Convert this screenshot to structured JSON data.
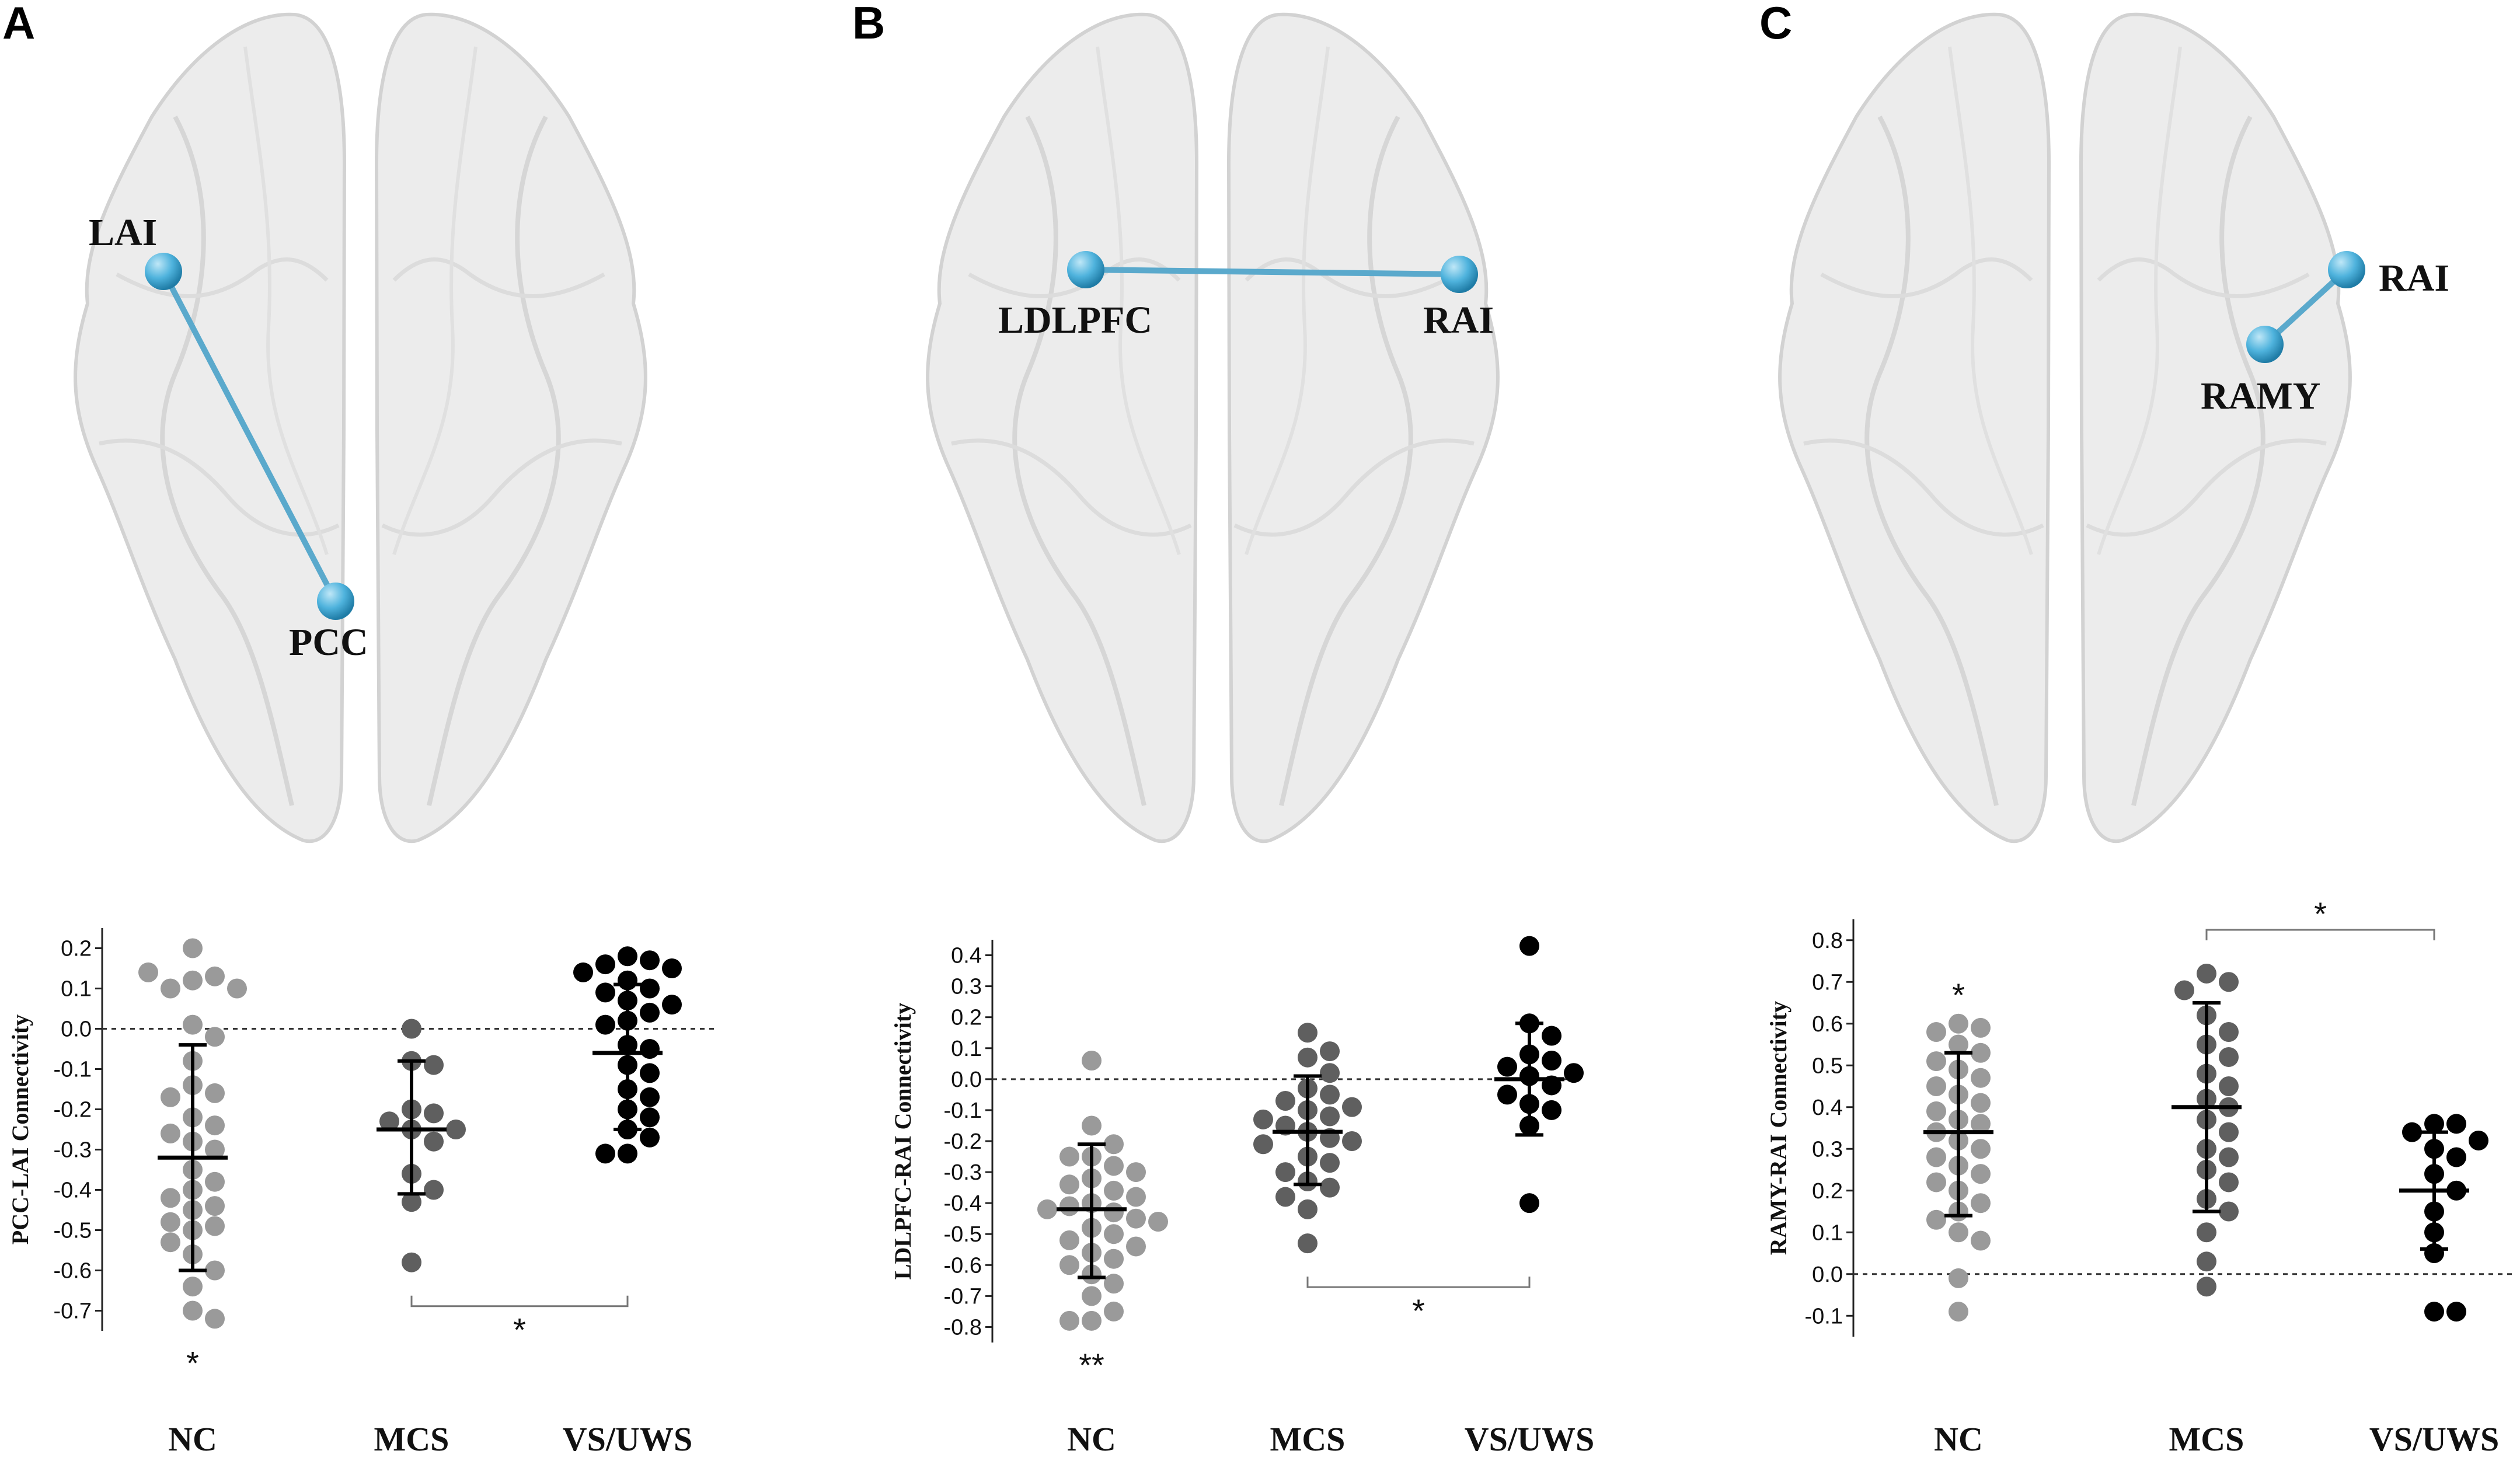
{
  "panels": [
    {
      "label": "A",
      "rois": [
        {
          "name": "LAI"
        },
        {
          "name": "PCC"
        }
      ]
    },
    {
      "label": "B",
      "rois": [
        {
          "name": "LDLPFC"
        },
        {
          "name": "RAI"
        }
      ]
    },
    {
      "label": "C",
      "rois": [
        {
          "name": "RAI"
        },
        {
          "name": "RAMY"
        }
      ]
    }
  ],
  "colors": {
    "NC": "#9a9a9a",
    "MCS": "#5f5f5f",
    "VS/UWS": "#000000",
    "node": "#4fb3dd",
    "edge": "#5aa9cc"
  },
  "chart_data": [
    {
      "type": "scatter",
      "panel": "A",
      "ylabel": "PCC-LAI Connectivity",
      "categories": [
        "NC",
        "MCS",
        "VS/UWS"
      ],
      "ylim": [
        -0.75,
        0.25
      ],
      "yticks": [
        0.2,
        0.1,
        0.0,
        -0.1,
        -0.2,
        -0.3,
        -0.4,
        -0.5,
        -0.6,
        -0.7
      ],
      "ytick_labels": [
        "0.2",
        "0.1",
        "0.0",
        "-0.1",
        "-0.2",
        "-0.3",
        "-0.4",
        "-0.5",
        "-0.6",
        "-0.7"
      ],
      "reference_line": 0,
      "series": [
        {
          "category": "NC",
          "mean": -0.32,
          "sd_low": -0.6,
          "sd_high": -0.04,
          "points": [
            0.2,
            0.12,
            0.13,
            0.1,
            0.1,
            0.14,
            0.01,
            -0.02,
            -0.08,
            -0.14,
            -0.16,
            -0.17,
            -0.22,
            -0.24,
            -0.26,
            -0.28,
            -0.3,
            -0.35,
            -0.38,
            -0.4,
            -0.42,
            -0.44,
            -0.45,
            -0.48,
            -0.49,
            -0.5,
            -0.53,
            -0.56,
            -0.6,
            -0.64,
            -0.7,
            -0.72
          ]
        },
        {
          "category": "MCS",
          "mean": -0.25,
          "sd_low": -0.41,
          "sd_high": -0.08,
          "points": [
            0.0,
            -0.08,
            -0.09,
            -0.2,
            -0.21,
            -0.23,
            -0.25,
            -0.25,
            -0.28,
            -0.36,
            -0.4,
            -0.43,
            -0.58
          ]
        },
        {
          "category": "VS/UWS",
          "mean": -0.06,
          "sd_low": -0.25,
          "sd_high": 0.11,
          "points": [
            0.18,
            0.17,
            0.16,
            0.15,
            0.14,
            0.12,
            0.1,
            0.09,
            0.07,
            0.06,
            0.04,
            0.02,
            0.01,
            -0.04,
            -0.05,
            -0.09,
            -0.11,
            -0.15,
            -0.17,
            -0.2,
            -0.22,
            -0.25,
            -0.27,
            -0.31,
            -0.31
          ]
        }
      ],
      "annotations": [
        {
          "text": "*",
          "under": "NC"
        }
      ],
      "significance": [
        {
          "from": "MCS",
          "to": "VS/UWS",
          "text": "*",
          "position": "below"
        }
      ]
    },
    {
      "type": "scatter",
      "panel": "B",
      "ylabel": "LDLPFC-RAI Connectivity",
      "categories": [
        "NC",
        "MCS",
        "VS/UWS"
      ],
      "ylim": [
        -0.85,
        0.45
      ],
      "yticks": [
        0.4,
        0.3,
        0.2,
        0.1,
        0.0,
        -0.1,
        -0.2,
        -0.3,
        -0.4,
        -0.5,
        -0.6,
        -0.7,
        -0.8
      ],
      "ytick_labels": [
        "0.4",
        "0.3",
        "0.2",
        "0.1",
        "0.0",
        "-0.1",
        "-0.2",
        "-0.3",
        "-0.4",
        "-0.5",
        "-0.6",
        "-0.7",
        "-0.8"
      ],
      "reference_line": 0,
      "series": [
        {
          "category": "NC",
          "mean": -0.42,
          "sd_low": -0.64,
          "sd_high": -0.21,
          "points": [
            0.06,
            -0.15,
            -0.21,
            -0.25,
            -0.25,
            -0.28,
            -0.3,
            -0.32,
            -0.34,
            -0.36,
            -0.38,
            -0.4,
            -0.41,
            -0.42,
            -0.43,
            -0.45,
            -0.46,
            -0.48,
            -0.5,
            -0.52,
            -0.54,
            -0.56,
            -0.58,
            -0.6,
            -0.63,
            -0.66,
            -0.7,
            -0.75,
            -0.78,
            -0.78
          ]
        },
        {
          "category": "MCS",
          "mean": -0.17,
          "sd_low": -0.34,
          "sd_high": 0.01,
          "points": [
            0.15,
            0.09,
            0.07,
            0.02,
            -0.03,
            -0.05,
            -0.07,
            -0.09,
            -0.1,
            -0.12,
            -0.13,
            -0.15,
            -0.17,
            -0.19,
            -0.2,
            -0.21,
            -0.25,
            -0.27,
            -0.3,
            -0.33,
            -0.35,
            -0.38,
            -0.42,
            -0.53
          ]
        },
        {
          "category": "VS/UWS",
          "mean": 0.0,
          "sd_low": -0.18,
          "sd_high": 0.18,
          "points": [
            0.43,
            0.18,
            0.14,
            0.08,
            0.06,
            0.04,
            0.02,
            0.01,
            -0.02,
            -0.05,
            -0.08,
            -0.1,
            -0.15,
            -0.4
          ]
        }
      ],
      "annotations": [
        {
          "text": "**",
          "under": "NC"
        }
      ],
      "significance": [
        {
          "from": "MCS",
          "to": "VS/UWS",
          "text": "*",
          "position": "below"
        }
      ]
    },
    {
      "type": "scatter",
      "panel": "C",
      "ylabel": "RAMY-RAI Connectivity",
      "categories": [
        "NC",
        "MCS",
        "VS/UWS"
      ],
      "ylim": [
        -0.15,
        0.85
      ],
      "yticks": [
        0.8,
        0.7,
        0.6,
        0.5,
        0.4,
        0.3,
        0.2,
        0.1,
        0.0,
        -0.1
      ],
      "ytick_labels": [
        "0.8",
        "0.7",
        "0.6",
        "0.5",
        "0.4",
        "0.3",
        "0.2",
        "0.1",
        "0.0",
        "-0.1"
      ],
      "reference_line": 0,
      "series": [
        {
          "category": "NC",
          "mean": 0.34,
          "sd_low": 0.14,
          "sd_high": 0.53,
          "points": [
            0.6,
            0.59,
            0.58,
            0.55,
            0.53,
            0.51,
            0.49,
            0.47,
            0.45,
            0.43,
            0.41,
            0.39,
            0.37,
            0.36,
            0.34,
            0.32,
            0.3,
            0.28,
            0.26,
            0.24,
            0.22,
            0.2,
            0.17,
            0.15,
            0.13,
            0.1,
            0.08,
            -0.01,
            -0.09
          ]
        },
        {
          "category": "MCS",
          "mean": 0.4,
          "sd_low": 0.15,
          "sd_high": 0.65,
          "points": [
            0.72,
            0.7,
            0.68,
            0.62,
            0.58,
            0.55,
            0.52,
            0.48,
            0.45,
            0.42,
            0.4,
            0.37,
            0.34,
            0.3,
            0.28,
            0.25,
            0.22,
            0.18,
            0.15,
            0.1,
            0.03,
            -0.03
          ]
        },
        {
          "category": "VS/UWS",
          "mean": 0.2,
          "sd_low": 0.06,
          "sd_high": 0.34,
          "points": [
            0.36,
            0.36,
            0.34,
            0.32,
            0.3,
            0.28,
            0.24,
            0.2,
            0.15,
            0.1,
            0.05,
            -0.09,
            -0.09
          ]
        }
      ],
      "annotations": [
        {
          "text": "*",
          "above": "NC"
        }
      ],
      "significance": [
        {
          "from": "MCS",
          "to": "VS/UWS",
          "text": "*",
          "position": "above"
        }
      ]
    }
  ]
}
